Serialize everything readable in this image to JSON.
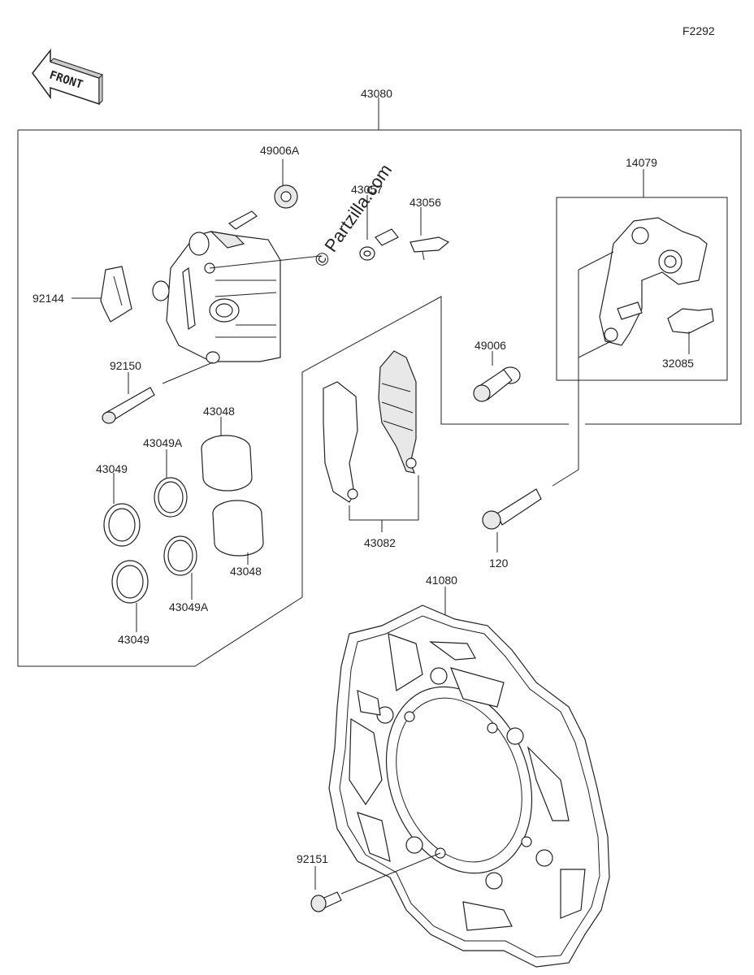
{
  "diagram_id": "F2292",
  "watermark": "© Partzilla.com",
  "direction_label": "FRONT",
  "labels": {
    "assembly": "43080",
    "bleeder_cap": "49006A",
    "hose_fitting": "43057",
    "bleeder_valve": "43056",
    "bracket": "14079",
    "pad_spring": "92144",
    "pin": "92150",
    "bolt_49006": "49006",
    "spring_32085": "32085",
    "piston_top": "43048",
    "seal_a_top": "43049A",
    "seal_top": "43049",
    "piston_bottom": "43048",
    "seal_a_bottom": "43049A",
    "seal_bottom": "43049",
    "pads": "43082",
    "bolt_120": "120",
    "disc": "41080",
    "disc_bolt": "92151"
  }
}
